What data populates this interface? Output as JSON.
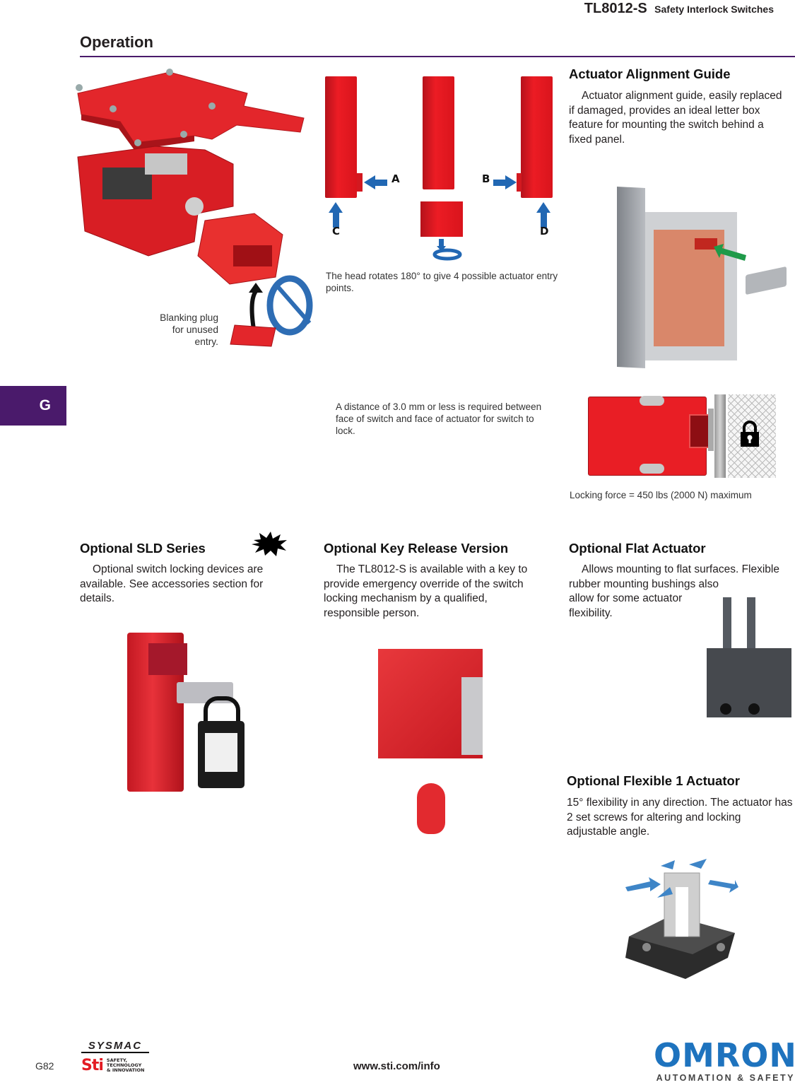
{
  "header": {
    "model": "TL8012-S",
    "subtitle": "Safety Interlock Switches"
  },
  "section": {
    "title": "Operation",
    "rule_color": "#4a1a6b"
  },
  "side_tab": {
    "label": "G",
    "color": "#4a1a6b"
  },
  "operation": {
    "exploded_view_caption": [
      "Blanking plug",
      "for unused",
      "entry."
    ],
    "head_rotation": {
      "labels": {
        "a": "A",
        "b": "B",
        "c": "C",
        "d": "D"
      },
      "caption": "The head rotates 180° to give 4 possible actuator entry points."
    },
    "distance_caption": "A distance of 3.0 mm or less is required between face of switch and face of actuator for switch to lock.",
    "locking_caption": "Locking force = 450 lbs (2000 N) maximum"
  },
  "alignment_guide": {
    "title": "Actuator Alignment Guide",
    "body": "Actuator alignment guide, easily replaced if damaged, provides an ideal letter box feature for mounting the switch behind a fixed panel."
  },
  "sld_series": {
    "title": "Optional SLD Series",
    "body": "Optional switch locking devices are available. See accessories section for details.",
    "badge_icon": "starburst-icon"
  },
  "key_release": {
    "title": "Optional Key Release Version",
    "body": "The TL8012-S is available with a key to provide emergency override of the switch locking mechanism by a qualified, responsible person."
  },
  "flat_actuator": {
    "title": "Optional Flat Actuator",
    "body_line1": "Allows mounting to flat surfaces. Flexible rubber mounting bushings also",
    "body_line2": "allow for some actuator",
    "body_line3": "flexibility."
  },
  "flexible_actuator": {
    "title": "Optional Flexible 1 Actuator",
    "body": "15° flexibility in any direction. The actuator has 2 set screws for altering and locking adjustable angle."
  },
  "footer": {
    "page_number": "G82",
    "sysmac": "SYSMAC",
    "sti_mark": "Sti",
    "sti_tagline": [
      "SAFETY,",
      "TECHNOLOGY",
      "& INNOVATION"
    ],
    "url": "www.sti.com/info",
    "brand": "OMRON",
    "brand_sub": "AUTOMATION & SAFETY",
    "brand_color": "#1e73be"
  }
}
